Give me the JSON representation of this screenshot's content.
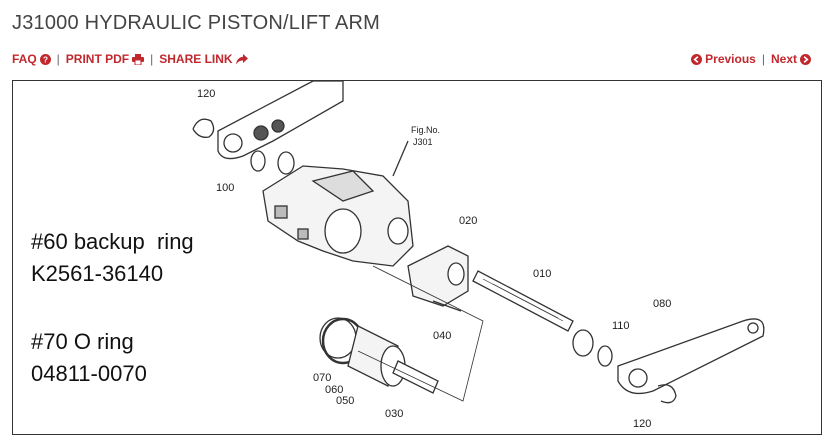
{
  "page": {
    "title": "J31000 HYDRAULIC PISTON/LIFT ARM"
  },
  "toolbar": {
    "faq_label": "FAQ",
    "print_label": "PRINT PDF",
    "share_label": "SHARE LINK",
    "separator": "|"
  },
  "nav": {
    "previous_label": "Previous",
    "next_label": "Next",
    "separator": "|"
  },
  "diagram": {
    "fig_label": "Fig.No.",
    "fig_number": "J301",
    "part_labels": [
      "120",
      "100",
      "020",
      "010",
      "080",
      "110",
      "040",
      "070",
      "060",
      "050",
      "030",
      "120"
    ],
    "notes": {
      "line1": "#60 backup  ring",
      "line2": "K2561-36140",
      "line3": "#70 O ring",
      "line4": "04811-0070"
    }
  },
  "colors": {
    "accent": "#c0282d",
    "title": "#444444"
  }
}
